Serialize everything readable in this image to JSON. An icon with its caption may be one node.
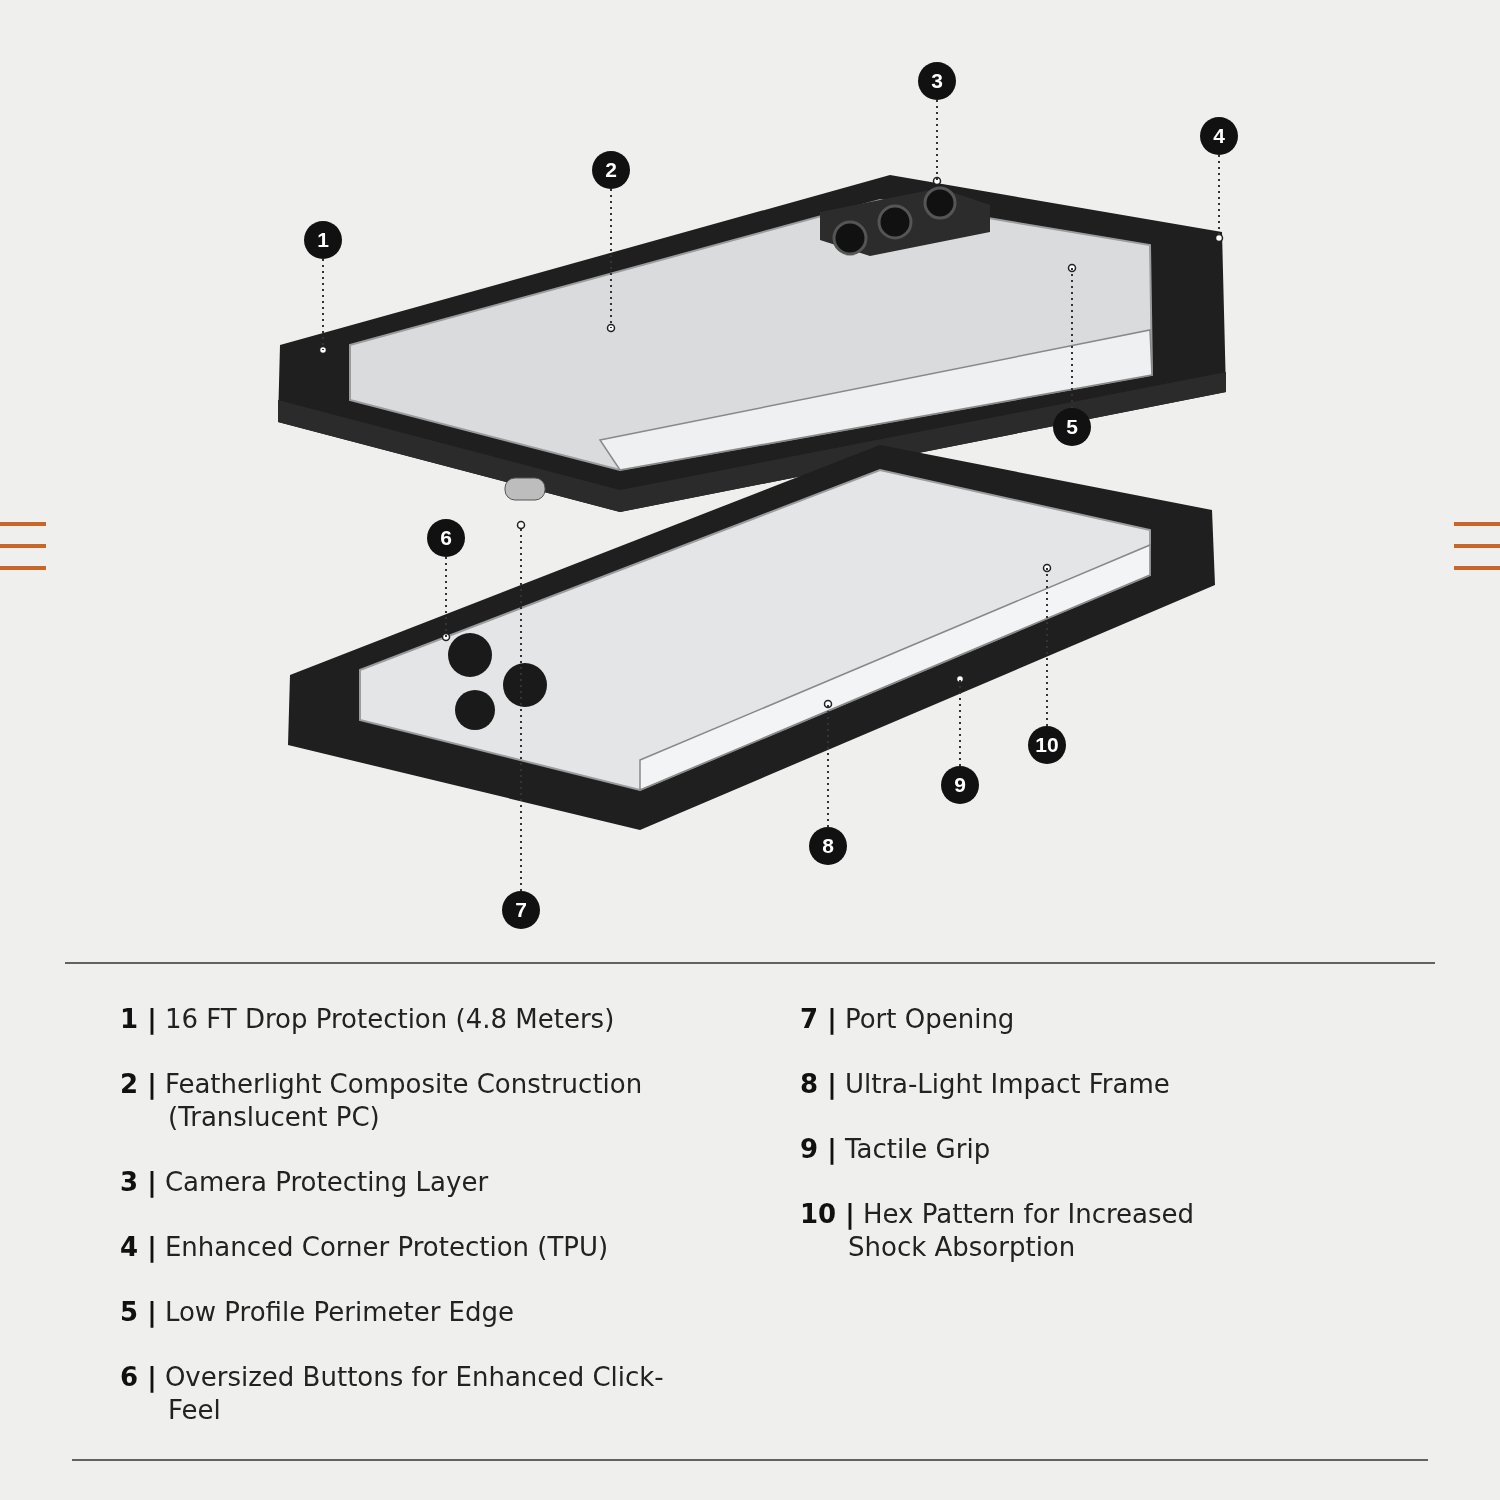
{
  "diagram": {
    "nodes": [
      {
        "text": [
          "1"
        ]
      },
      {
        "text": [
          "2"
        ]
      },
      {
        "text": [
          "3"
        ]
      },
      {
        "text": [
          "4"
        ]
      },
      {
        "text": [
          "5"
        ]
      },
      {
        "text": [
          "6"
        ]
      },
      {
        "text": [
          "7"
        ]
      },
      {
        "text": [
          "8"
        ]
      },
      {
        "text": [
          "9"
        ]
      },
      {
        "text": [
          "10"
        ]
      }
    ],
    "edges": [
      {
        "from": 0,
        "to": null,
        "arrow": "none"
      },
      {
        "from": 1,
        "to": null,
        "arrow": "none"
      },
      {
        "from": 2,
        "to": null,
        "arrow": "none"
      },
      {
        "from": 3,
        "to": null,
        "arrow": "none"
      },
      {
        "from": 4,
        "to": null,
        "arrow": "none"
      },
      {
        "from": 5,
        "to": null,
        "arrow": "none"
      },
      {
        "from": 6,
        "to": null,
        "arrow": "none"
      },
      {
        "from": 7,
        "to": null,
        "arrow": "none"
      },
      {
        "from": 8,
        "to": null,
        "arrow": "none"
      },
      {
        "from": 9,
        "to": null,
        "arrow": "none"
      }
    ],
    "labels": [
      "**1 |** 16 FT Drop Protection (4.8 Meters)",
      "**2 |** Featherlight Composite Construction (Translucent PC)",
      "**3 |** Camera Protecting Layer",
      "**4 |** Enhanced Corner Protection (TPU)",
      "**5 |** Low Profile Perimeter Edge",
      "**6 |** Oversized Buttons for Enhanced Click-Feel",
      "**7 |** Port Opening",
      "**8 |** Ultra-Light Impact Frame",
      "**9 |** Tactile Grip",
      "**10 |** Hex Pattern for Increased Shock Absorption"
    ]
  }
}
